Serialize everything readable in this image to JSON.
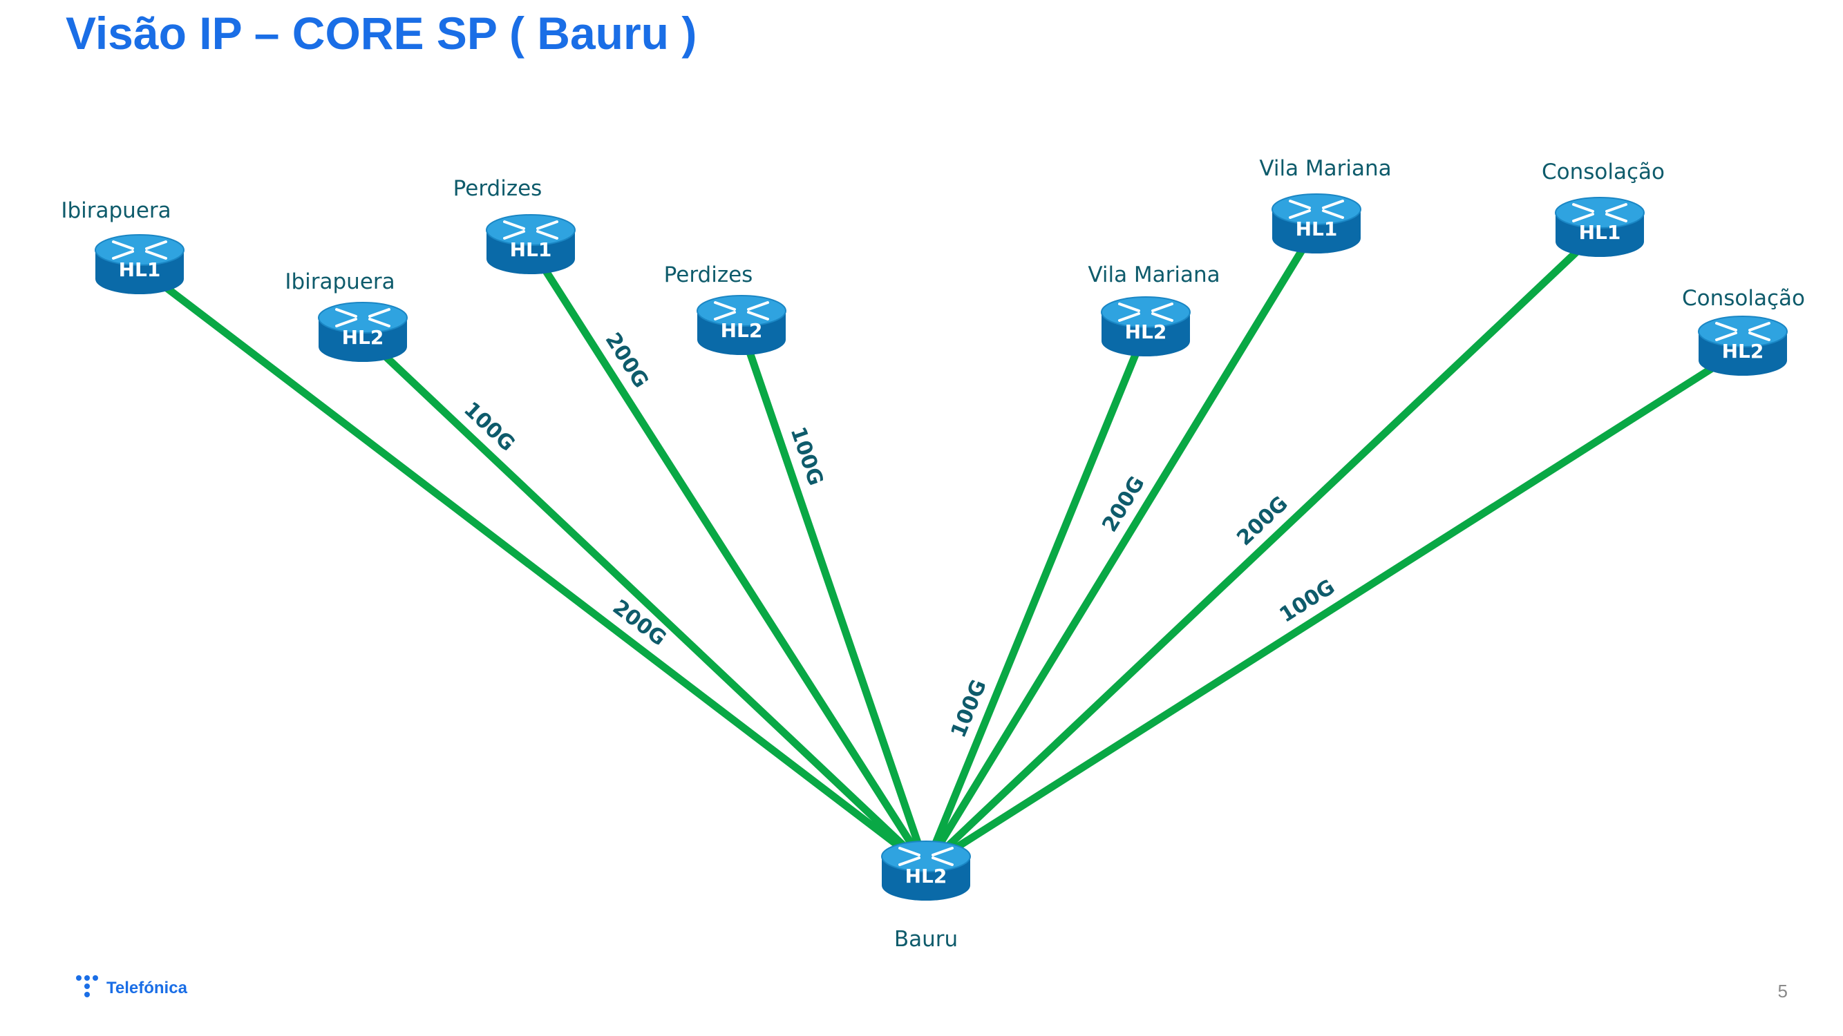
{
  "title": "Visão IP – CORE SP ( Bauru )",
  "link_color": "#09a845",
  "router_color_top": "#2fa3e0",
  "router_color_side": "#0a6aa8",
  "hub": {
    "site": "Bauru",
    "role": "HL2"
  },
  "sites": [
    {
      "id": "ibira-hl1",
      "site": "Ibirapuera",
      "role": "HL1",
      "capacity": "200G"
    },
    {
      "id": "ibira-hl2",
      "site": "Ibirapuera",
      "role": "HL2",
      "capacity": "100G"
    },
    {
      "id": "perdizes-hl1",
      "site": "Perdizes",
      "role": "HL1",
      "capacity": "200G"
    },
    {
      "id": "perdizes-hl2",
      "site": "Perdizes",
      "role": "HL2",
      "capacity": "100G"
    },
    {
      "id": "vila-hl2",
      "site": "Vila Mariana",
      "role": "HL2",
      "capacity": "100G"
    },
    {
      "id": "vila-hl1",
      "site": "Vila Mariana",
      "role": "HL1",
      "capacity": "200G"
    },
    {
      "id": "consol-hl1",
      "site": "Consolação",
      "role": "HL1",
      "capacity": "200G"
    },
    {
      "id": "consol-hl2",
      "site": "Consolação",
      "role": "HL2",
      "capacity": "100G"
    }
  ],
  "footer": {
    "logo_text": "Telefónica",
    "page_number": "5"
  }
}
